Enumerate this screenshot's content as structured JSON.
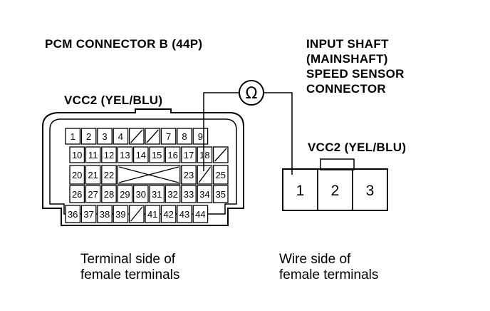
{
  "pcm": {
    "title": "PCM CONNECTOR B (44P)",
    "wire_label": "VCC2 (YEL/BLU)",
    "rows": [
      [
        "1",
        "2",
        "3",
        "4",
        "/",
        "/",
        "7",
        "8",
        "9"
      ],
      [
        "10",
        "11",
        "12",
        "13",
        "14",
        "15",
        "16",
        "17",
        "18",
        "/"
      ],
      [
        "20",
        "21",
        "22",
        "X",
        "23",
        "/",
        "25"
      ],
      [
        "26",
        "27",
        "28",
        "29",
        "30",
        "31",
        "32",
        "33",
        "34",
        "35"
      ],
      [
        "36",
        "37",
        "38",
        "39",
        "/",
        "41",
        "42",
        "43",
        "44"
      ]
    ],
    "caption_line1": "Terminal side of",
    "caption_line2": "female terminals"
  },
  "sensor": {
    "title_line1": "INPUT SHAFT",
    "title_line2": "(MAINSHAFT)",
    "title_line3": "SPEED SENSOR",
    "title_line4": "CONNECTOR",
    "wire_label": "VCC2 (YEL/BLU)",
    "terminals": [
      "1",
      "2",
      "3"
    ],
    "caption_line1": "Wire side of",
    "caption_line2": "female terminals"
  },
  "meter": {
    "symbol": "Ω"
  }
}
